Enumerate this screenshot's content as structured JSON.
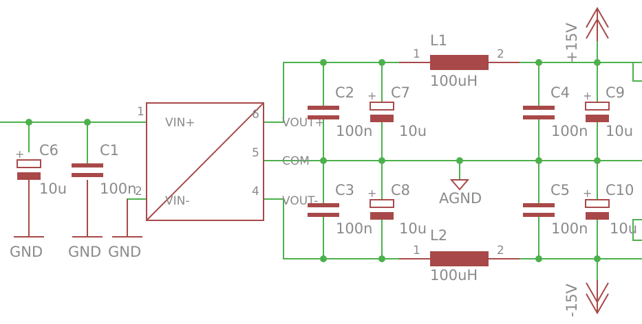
{
  "module": {
    "pin_numbers": [
      "1",
      "2",
      "4",
      "5",
      "6"
    ],
    "pin_names": [
      "VIN+",
      "VIN-",
      "VOUT+",
      "COM",
      "VOUT-"
    ]
  },
  "capacitors": [
    {
      "name": "C6",
      "value": "10u",
      "polarized": true
    },
    {
      "name": "C1",
      "value": "100n",
      "polarized": false
    },
    {
      "name": "C2",
      "value": "100n",
      "polarized": false
    },
    {
      "name": "C7",
      "value": "10u",
      "polarized": true
    },
    {
      "name": "C3",
      "value": "100n",
      "polarized": false
    },
    {
      "name": "C8",
      "value": "10u",
      "polarized": true
    },
    {
      "name": "C4",
      "value": "100n",
      "polarized": false
    },
    {
      "name": "C9",
      "value": "10u",
      "polarized": true
    },
    {
      "name": "C5",
      "value": "100n",
      "polarized": false
    },
    {
      "name": "C10",
      "value": "10u",
      "polarized": true
    }
  ],
  "inductors": [
    {
      "name": "L1",
      "value": "100uH",
      "pin1": "1",
      "pin2": "2"
    },
    {
      "name": "L2",
      "value": "100uH",
      "pin1": "1",
      "pin2": "2"
    }
  ],
  "supplies": {
    "gnd": [
      "GND",
      "GND",
      "GND"
    ],
    "agnd": "AGND",
    "pos": "+15V",
    "neg": "-15V"
  },
  "polarity_mark": "+"
}
